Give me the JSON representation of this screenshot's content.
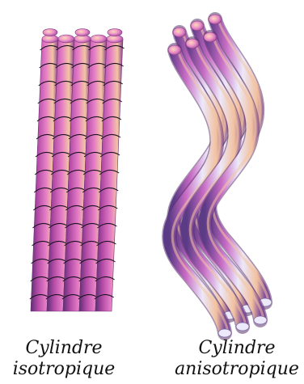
{
  "captions": {
    "left": {
      "line1": "Cylindre",
      "line2": "isotropique"
    },
    "right": {
      "line1": "Cylindre",
      "line2": "anisotropique"
    }
  },
  "colors": {
    "fiber_highlight": "#f3c6a2",
    "fiber_pink": "#dd6fc0",
    "fiber_magenta": "#b24aa6",
    "fiber_shadow": "#59336e",
    "fiber_pale": "#ece9fa",
    "helix_line": "#1b1320"
  }
}
